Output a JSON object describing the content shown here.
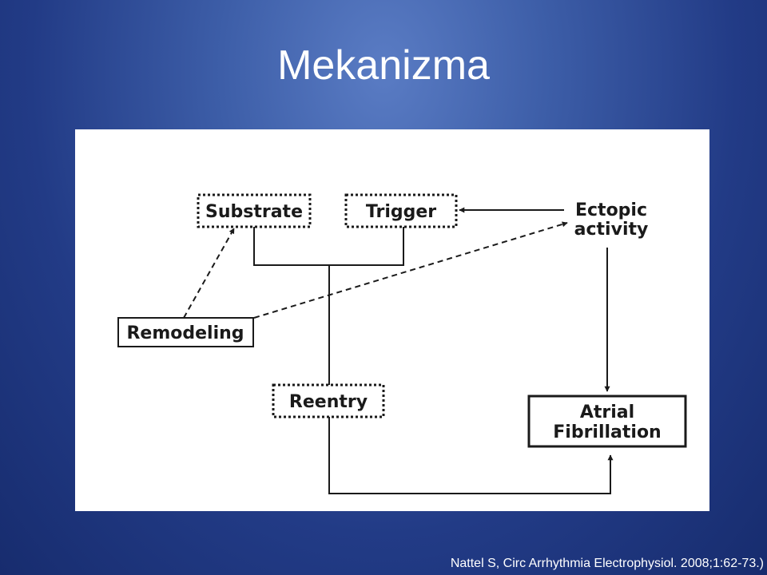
{
  "slide": {
    "title": "Mekanizma",
    "citation": "Nattel S, Circ Arrhythmia Electrophysiol. 2008;1:62-73.)"
  },
  "diagram": {
    "nodes": {
      "substrate": {
        "label": "Substrate",
        "border": "dotted"
      },
      "trigger": {
        "label": "Trigger",
        "border": "dotted"
      },
      "ectopic": {
        "line1": "Ectopic",
        "line2": "activity",
        "border": "none"
      },
      "remodeling": {
        "label": "Remodeling",
        "border": "solid"
      },
      "reentry": {
        "label": "Reentry",
        "border": "dotted"
      },
      "af": {
        "line1": "Atrial",
        "line2": "Fibrillation",
        "border": "solid-bold"
      }
    },
    "edges": [
      {
        "from": "ectopic",
        "to": "trigger",
        "style": "solid-arrow"
      },
      {
        "from": "ectopic",
        "to": "af",
        "style": "solid-arrow"
      },
      {
        "from": "remodeling",
        "to": "substrate",
        "style": "dashed-arrow"
      },
      {
        "from": "remodeling",
        "to": "ectopic",
        "style": "dashed-arrow"
      },
      {
        "from": [
          "substrate",
          "trigger"
        ],
        "to": "reentry",
        "style": "solid-bracket"
      },
      {
        "from": "reentry",
        "to": "af",
        "style": "solid-arrow"
      }
    ]
  }
}
